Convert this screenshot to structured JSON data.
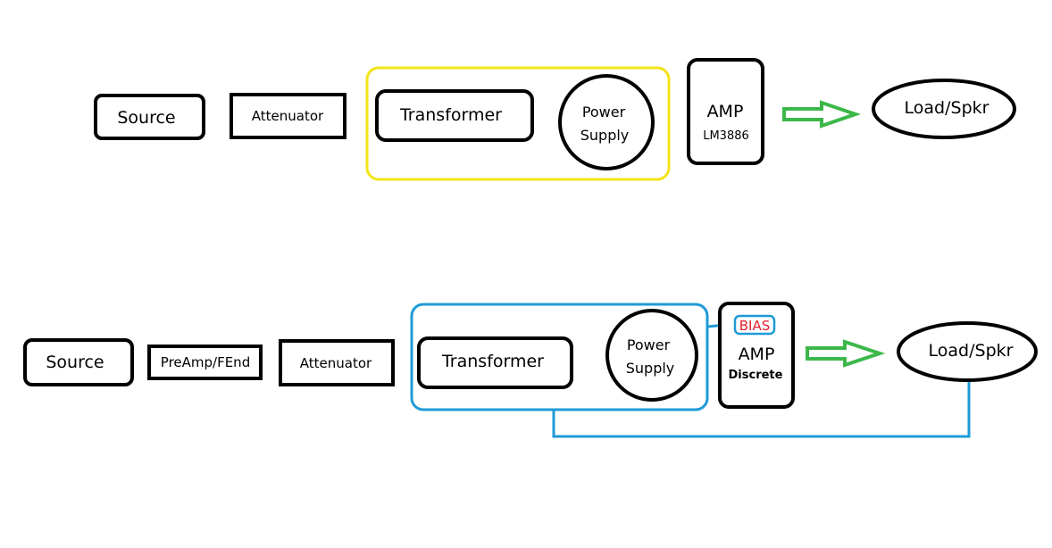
{
  "colors": {
    "outline": "#000000",
    "yellow_group": "#F2E416",
    "blue_group": "#1E9BD7",
    "arrow": "#3CB84A",
    "bias_text": "#E02030",
    "background": "#FFFFFF"
  },
  "diagram_top": {
    "source": "Source",
    "attenuator": "Attenuator",
    "transformer": "Transformer",
    "power_supply_line1": "Power",
    "power_supply_line2": "Supply",
    "amp": "AMP",
    "amp_chip": "LM3886",
    "load": "Load/Spkr"
  },
  "diagram_bottom": {
    "source": "Source",
    "preamp": "PreAmp/FEnd",
    "attenuator": "Attenuator",
    "transformer": "Transformer",
    "power_supply_line1": "Power",
    "power_supply_line2": "Supply",
    "bias": "BIAS",
    "amp": "AMP",
    "amp_type": "Discrete",
    "load": "Load/Spkr"
  }
}
